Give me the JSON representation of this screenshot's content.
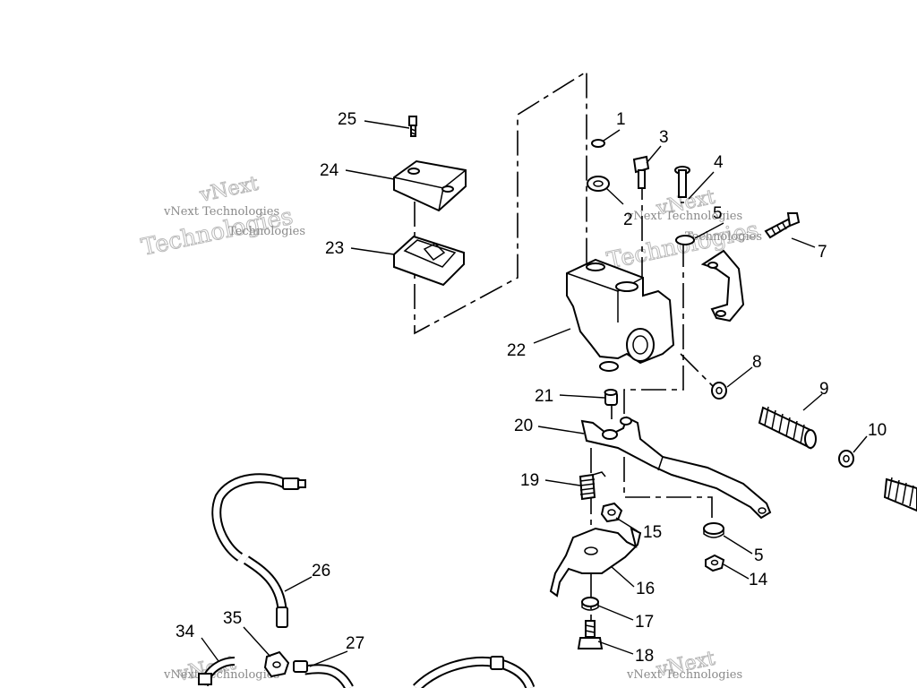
{
  "callouts": {
    "c1": "1",
    "c2": "2",
    "c3": "3",
    "c4": "4",
    "c5a": "5",
    "c5b": "5",
    "c7": "7",
    "c8": "8",
    "c9": "9",
    "c10": "10",
    "c14": "14",
    "c15": "15",
    "c16": "16",
    "c17": "17",
    "c18": "18",
    "c19": "19",
    "c20": "20",
    "c21": "21",
    "c22": "22",
    "c23": "23",
    "c24": "24",
    "c25": "25",
    "c26": "26",
    "c27": "27",
    "c34": "34",
    "c35": "35"
  },
  "watermark": {
    "brand": "vNext",
    "word": "Technologies",
    "full": "vNext Technologies"
  }
}
